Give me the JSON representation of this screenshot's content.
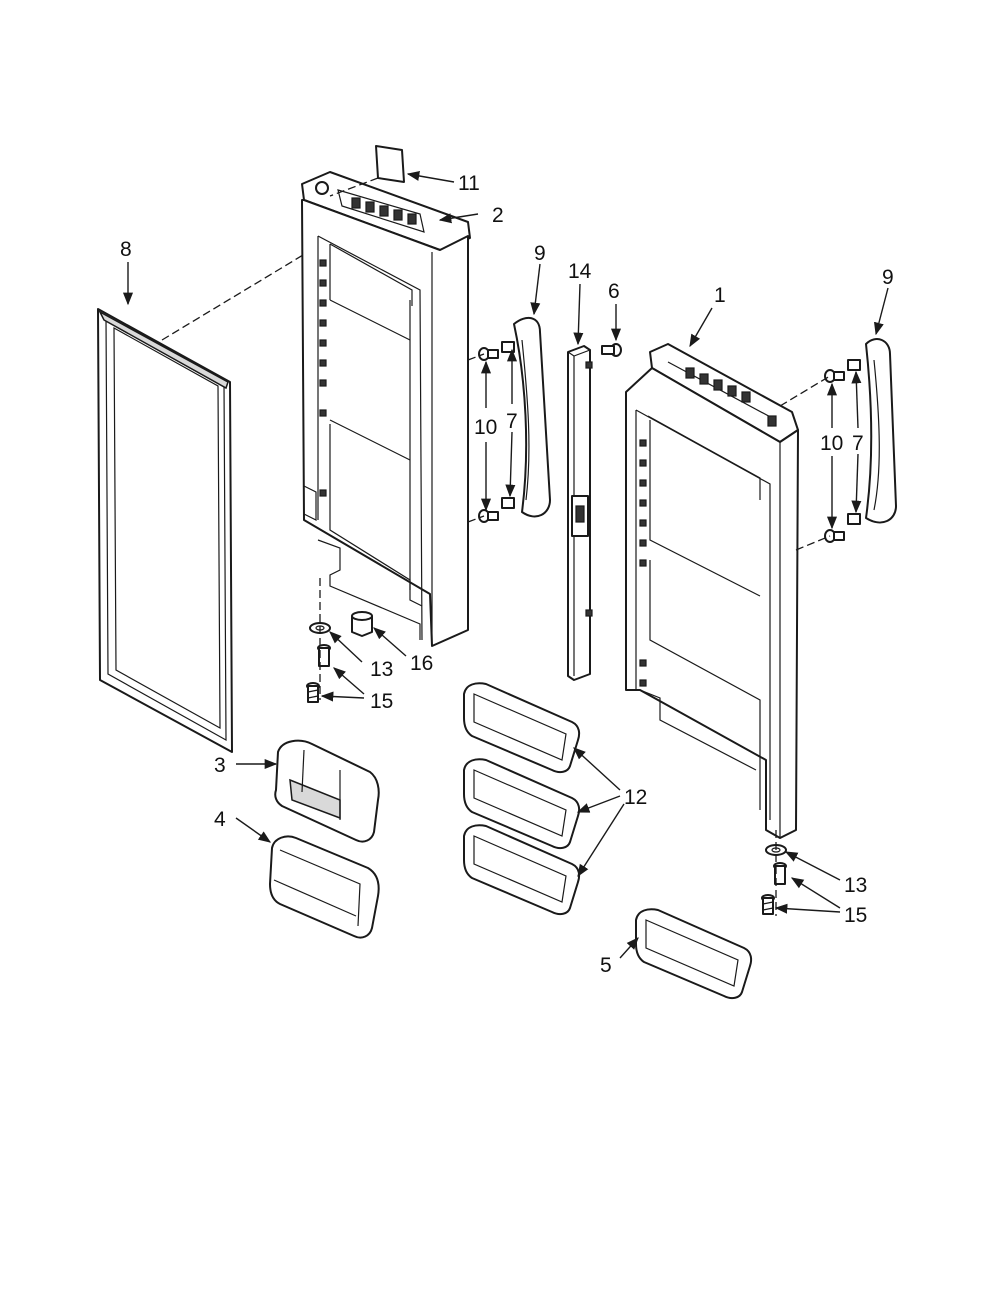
{
  "callouts": {
    "c1": "1",
    "c2": "2",
    "c3": "3",
    "c4": "4",
    "c5": "5",
    "c6": "6",
    "c7_left": "7",
    "c7_right": "7",
    "c8": "8",
    "c9_left": "9",
    "c9_right": "9",
    "c10_left": "10",
    "c10_right": "10",
    "c11": "11",
    "c12": "12",
    "c13_left": "13",
    "c13_right": "13",
    "c14": "14",
    "c15_left": "15",
    "c15_right": "15",
    "c16": "16"
  }
}
